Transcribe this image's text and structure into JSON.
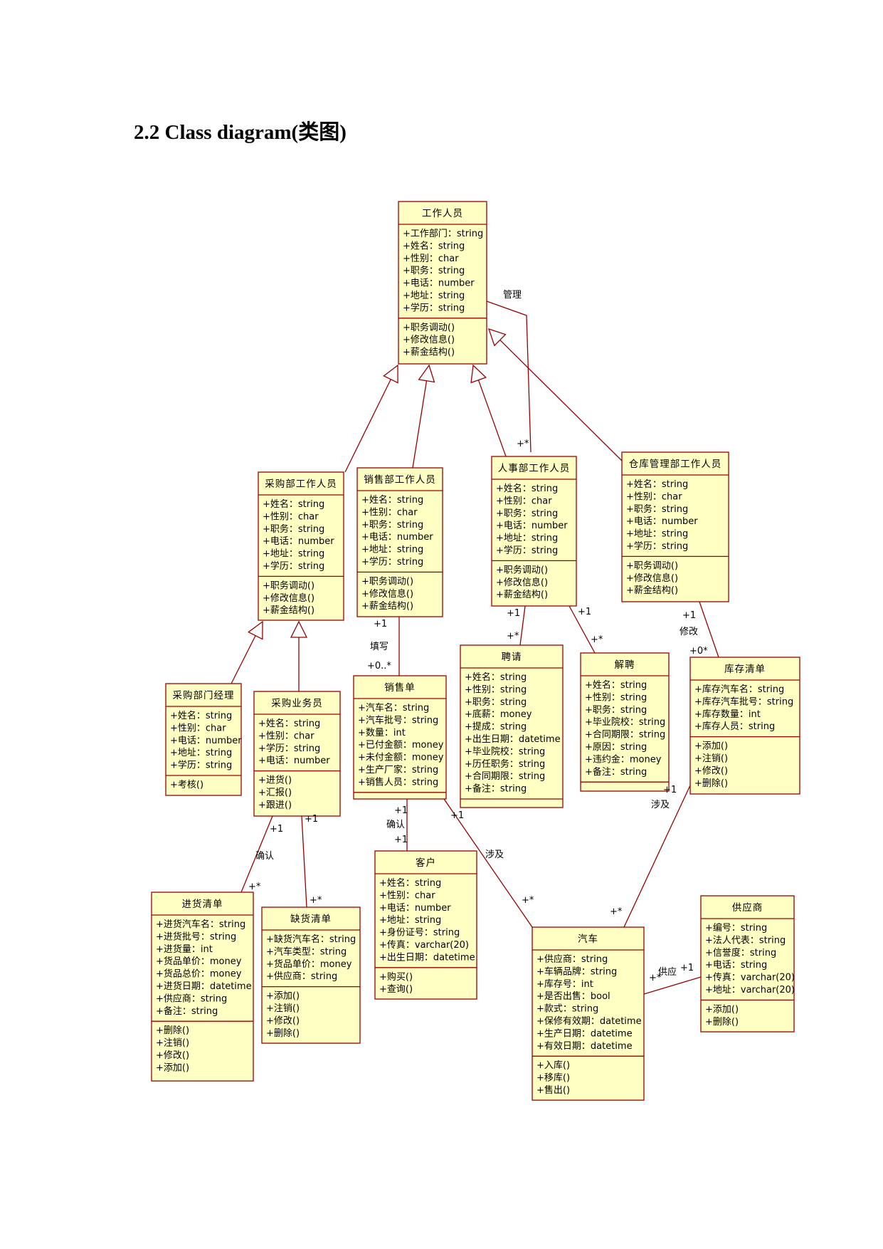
{
  "heading": "2.2 Class diagram(类图)",
  "colors": {
    "box_fill": "#ffffc4",
    "box_stroke": "#990000",
    "text": "#000000"
  },
  "classes": [
    {
      "id": "staff",
      "name": "工作人员",
      "attributes": [
        "+工作部门：string",
        "+姓名：string",
        "+性别：char",
        "+职务：string",
        "+电话：number",
        "+地址：string",
        "+学历：string"
      ],
      "operations": [
        "+职务调动()",
        "+修改信息()",
        "+薪金结构()"
      ]
    },
    {
      "id": "purchase_staff",
      "name": "采购部工作人员",
      "attributes": [
        "+姓名：string",
        "+性别：char",
        "+职务：string",
        "+电话：number",
        "+地址：string",
        "+学历：string"
      ],
      "operations": [
        "+职务调动()",
        "+修改信息()",
        "+薪金结构()"
      ]
    },
    {
      "id": "sales_staff",
      "name": "销售部工作人员",
      "attributes": [
        "+姓名：string",
        "+性别：char",
        "+职务：string",
        "+电话：number",
        "+地址：string",
        "+学历：string"
      ],
      "operations": [
        "+职务调动()",
        "+修改信息()",
        "+薪金结构()"
      ]
    },
    {
      "id": "hr_staff",
      "name": "人事部工作人员",
      "attributes": [
        "+姓名：string",
        "+性别：char",
        "+职务：string",
        "+电话：number",
        "+地址：string",
        "+学历：string"
      ],
      "operations": [
        "+职务调动()",
        "+修改信息()",
        "+薪金结构()"
      ]
    },
    {
      "id": "warehouse_staff",
      "name": "仓库管理部工作人员",
      "attributes": [
        "+姓名：string",
        "+性别：char",
        "+职务：string",
        "+电话：number",
        "+地址：string",
        "+学历：string"
      ],
      "operations": [
        "+职务调动()",
        "+修改信息()",
        "+薪金结构()"
      ]
    },
    {
      "id": "purchase_manager",
      "name": "采购部门经理",
      "attributes": [
        "+姓名：string",
        "+性别：char",
        "+电话：number",
        "+地址：string",
        "+学历：string"
      ],
      "operations": [
        "+考核()"
      ]
    },
    {
      "id": "purchase_clerk",
      "name": "采购业务员",
      "attributes": [
        "+姓名：string",
        "+性别：char",
        "+学历：string",
        "+电话：number"
      ],
      "operations": [
        "+进货()",
        "+汇报()",
        "+跟进()"
      ]
    },
    {
      "id": "sales_order",
      "name": "销售单",
      "attributes": [
        "+汽车名：string",
        "+汽车批号：string",
        "+数量：int",
        "+已付金额：money",
        "+未付金额：money",
        "+生产厂家：string",
        "+销售人员：string"
      ],
      "operations": []
    },
    {
      "id": "hire",
      "name": "聘请",
      "attributes": [
        "+姓名：string",
        "+性别：string",
        "+职务：string",
        "+底薪：money",
        "+提成：string",
        "+出生日期：datetime",
        "+毕业院校：string",
        "+历任职务：string",
        "+合同期限：string",
        "+备注：string"
      ],
      "operations": []
    },
    {
      "id": "fire",
      "name": "解聘",
      "attributes": [
        "+姓名：string",
        "+性别：string",
        "+职务：string",
        "+毕业院校：string",
        "+合同期限：string",
        "+原因：string",
        "+违约金：money",
        "+备注：string"
      ],
      "operations": []
    },
    {
      "id": "inventory",
      "name": "库存清单",
      "attributes": [
        "+库存汽车名：string",
        "+库存汽车批号：string",
        "+库存数量：int",
        "+库存人员：string"
      ],
      "operations": [
        "+添加()",
        "+注销()",
        "+修改()",
        "+删除()"
      ]
    },
    {
      "id": "stock_in",
      "name": "进货清单",
      "attributes": [
        "+进货汽车名：string",
        "+进货批号：string",
        "+进货量：int",
        "+货品单价：money",
        "+货品总价：money",
        "+进货日期：datetime",
        "+供应商：string",
        "+备注：string"
      ],
      "operations": [
        "+删除()",
        "+注销()",
        "+修改()",
        "+添加()"
      ]
    },
    {
      "id": "shortage",
      "name": "缺货清单",
      "attributes": [
        "+缺货汽车名：string",
        "+汽车类型：string",
        "+货品单价：money",
        "+供应商：string"
      ],
      "operations": [
        "+添加()",
        "+注销()",
        "+修改()",
        "+删除()"
      ]
    },
    {
      "id": "customer",
      "name": "客户",
      "attributes": [
        "+姓名：string",
        "+性别：char",
        "+电话：number",
        "+地址：string",
        "+身份证号：string",
        "+传真：varchar(20)",
        "+出生日期：datetime"
      ],
      "operations": [
        "+购买()",
        "+查询()"
      ]
    },
    {
      "id": "car",
      "name": "汽车",
      "attributes": [
        "+供应商：string",
        "+车辆品牌：string",
        "+库存号：int",
        "+是否出售：bool",
        "+款式：string",
        "+保修有效期：datetime",
        "+生产日期：datetime",
        "+有效日期：datetime"
      ],
      "operations": [
        "+入库()",
        "+移库()",
        "+售出()"
      ]
    },
    {
      "id": "supplier",
      "name": "供应商",
      "attributes": [
        "+编号：string",
        "+法人代表：string",
        "+信誉度：string",
        "+电话：string",
        "+传真：varchar(20)",
        "+地址：varchar(20)"
      ],
      "operations": [
        "+添加()",
        "+删除()"
      ]
    }
  ],
  "associations": [
    {
      "id": "manage",
      "name": "管理",
      "from": "staff",
      "to": "hr_staff",
      "to_mult": "+*"
    },
    {
      "id": "fill",
      "name": "填写",
      "from": "sales_staff",
      "to": "sales_order",
      "from_mult": "+1",
      "to_mult": "+0..*"
    },
    {
      "id": "hire_link",
      "from": "hr_staff",
      "to": "hire",
      "from_mult": "+1",
      "to_mult": "+*"
    },
    {
      "id": "fire_link",
      "from": "hr_staff",
      "to": "fire",
      "from_mult": "+1",
      "to_mult": "+*"
    },
    {
      "id": "modify",
      "name": "修改",
      "from": "warehouse_staff",
      "to": "inventory",
      "from_mult": "+1",
      "to_mult": "+0*"
    },
    {
      "id": "confirm_stock",
      "name": "确认",
      "from": "purchase_clerk",
      "to": "stock_in",
      "from_mult": "+1",
      "to_mult": "+*"
    },
    {
      "id": "shortage_link",
      "from": "purchase_clerk",
      "to": "shortage",
      "from_mult": "+1",
      "to_mult": "+*"
    },
    {
      "id": "confirm_customer",
      "name": "确认",
      "from": "sales_order",
      "to": "customer",
      "from_mult": "+1",
      "to_mult": "+1"
    },
    {
      "id": "involve_order",
      "name": "涉及",
      "from": "sales_order",
      "to": "car",
      "from_mult": "+1",
      "to_mult": "+*"
    },
    {
      "id": "involve_inv",
      "name": "涉及",
      "from": "inventory",
      "to": "car",
      "from_mult": "+1",
      "to_mult": "+*"
    },
    {
      "id": "supply",
      "name": "供应",
      "from": "car",
      "to": "supplier",
      "from_mult": "+*",
      "to_mult": "+1"
    }
  ]
}
